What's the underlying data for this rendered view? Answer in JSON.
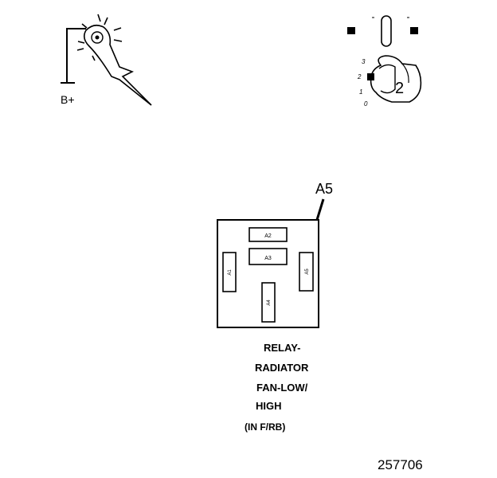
{
  "test_light": {
    "supply_label": "B+"
  },
  "ignition_switch": {
    "positions": [
      "3",
      "2",
      "1",
      "0"
    ],
    "selected_position": "2"
  },
  "relay_block": {
    "callout_label": "A5",
    "terminals": [
      "A2",
      "A3",
      "A1",
      "A5",
      "A4"
    ],
    "caption_lines": [
      "RELAY-",
      "RADIATOR",
      "FAN-LOW/",
      "HIGH",
      "(IN F/RB)"
    ]
  },
  "figure_number": "257706",
  "colors": {
    "ink": "#000000",
    "paper": "#ffffff"
  }
}
